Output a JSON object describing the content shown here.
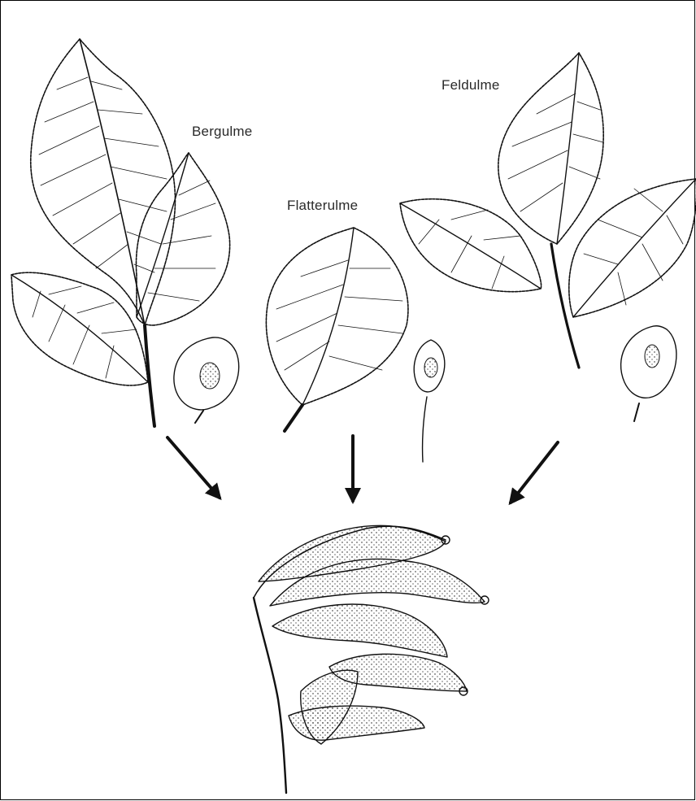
{
  "figure": {
    "labels": {
      "bergulme": "Bergulme",
      "flatterulme": "Flatterulme",
      "feldulme": "Feldulme"
    },
    "colors": {
      "ink": "#111111",
      "label": "#2a2a2a",
      "background": "#ffffff"
    },
    "icons": [
      "leaf-drawing",
      "seed-drawing",
      "arrow-down",
      "wilted-branch-drawing"
    ]
  }
}
